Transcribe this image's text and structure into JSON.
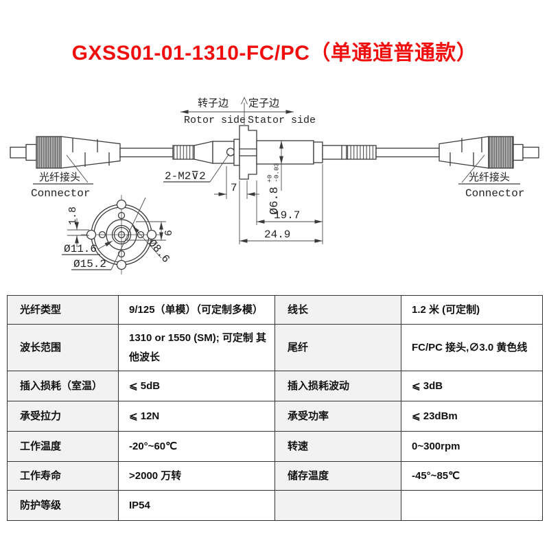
{
  "title": "GXSS01-01-1310-FC/PC（单通道普通款）",
  "title_color": "#f20d0d",
  "drawing": {
    "rotor_side_cn": "转子边",
    "stator_side_cn": "定子边",
    "rotor_side_en": "Rotor side",
    "stator_side_en": "Stator side",
    "connector_left_cn": "光纤接头",
    "connector_left_en": "Connector",
    "connector_right_cn": "光纤接头",
    "connector_right_en": "Connector",
    "screw_callout": "2-M2⊽2",
    "dims": {
      "screw_offset": "7",
      "body_dia_main": "Ø6.8",
      "body_dia_tol_plus": "+0",
      "body_dia_tol_minus": "-0.03",
      "len_stator": "19.7",
      "len_total": "24.9",
      "slot_width": "1.8",
      "hole_pitch": "6",
      "dia_inner": "Ø11.6",
      "dia_outer": "Ø15.2",
      "dia_body": "Ø8.6"
    }
  },
  "table": {
    "rows": [
      {
        "label1": "光纤类型",
        "value1": "9/125（单模）（可定制多模）",
        "label2": "线长",
        "value2": "1.2 米 (可定制)"
      },
      {
        "label1": "波长范围",
        "value1": "1310 or 1550 (SM); 可定制 其他波长",
        "label2": "尾纤",
        "value2": "FC/PC 接头,∅3.0 黄色线"
      },
      {
        "label1": "插入损耗（室温）",
        "value1": "⩽ 5dB",
        "label2": "插入损耗波动",
        "value2": "⩽ 3dB"
      },
      {
        "label1": "承受拉力",
        "value1": "⩽ 12N",
        "label2": "承受功率",
        "value2": "⩽ 23dBm"
      },
      {
        "label1": "工作温度",
        "value1": "-20°~60℃",
        "label2": "转速",
        "value2": "0~300rpm"
      },
      {
        "label1": "工作寿命",
        "value1": ">2000 万转",
        "label2": "储存温度",
        "value2": "-45°~85℃"
      },
      {
        "label1": "防护等级",
        "value1": "IP54",
        "label2": "",
        "value2": ""
      }
    ]
  }
}
